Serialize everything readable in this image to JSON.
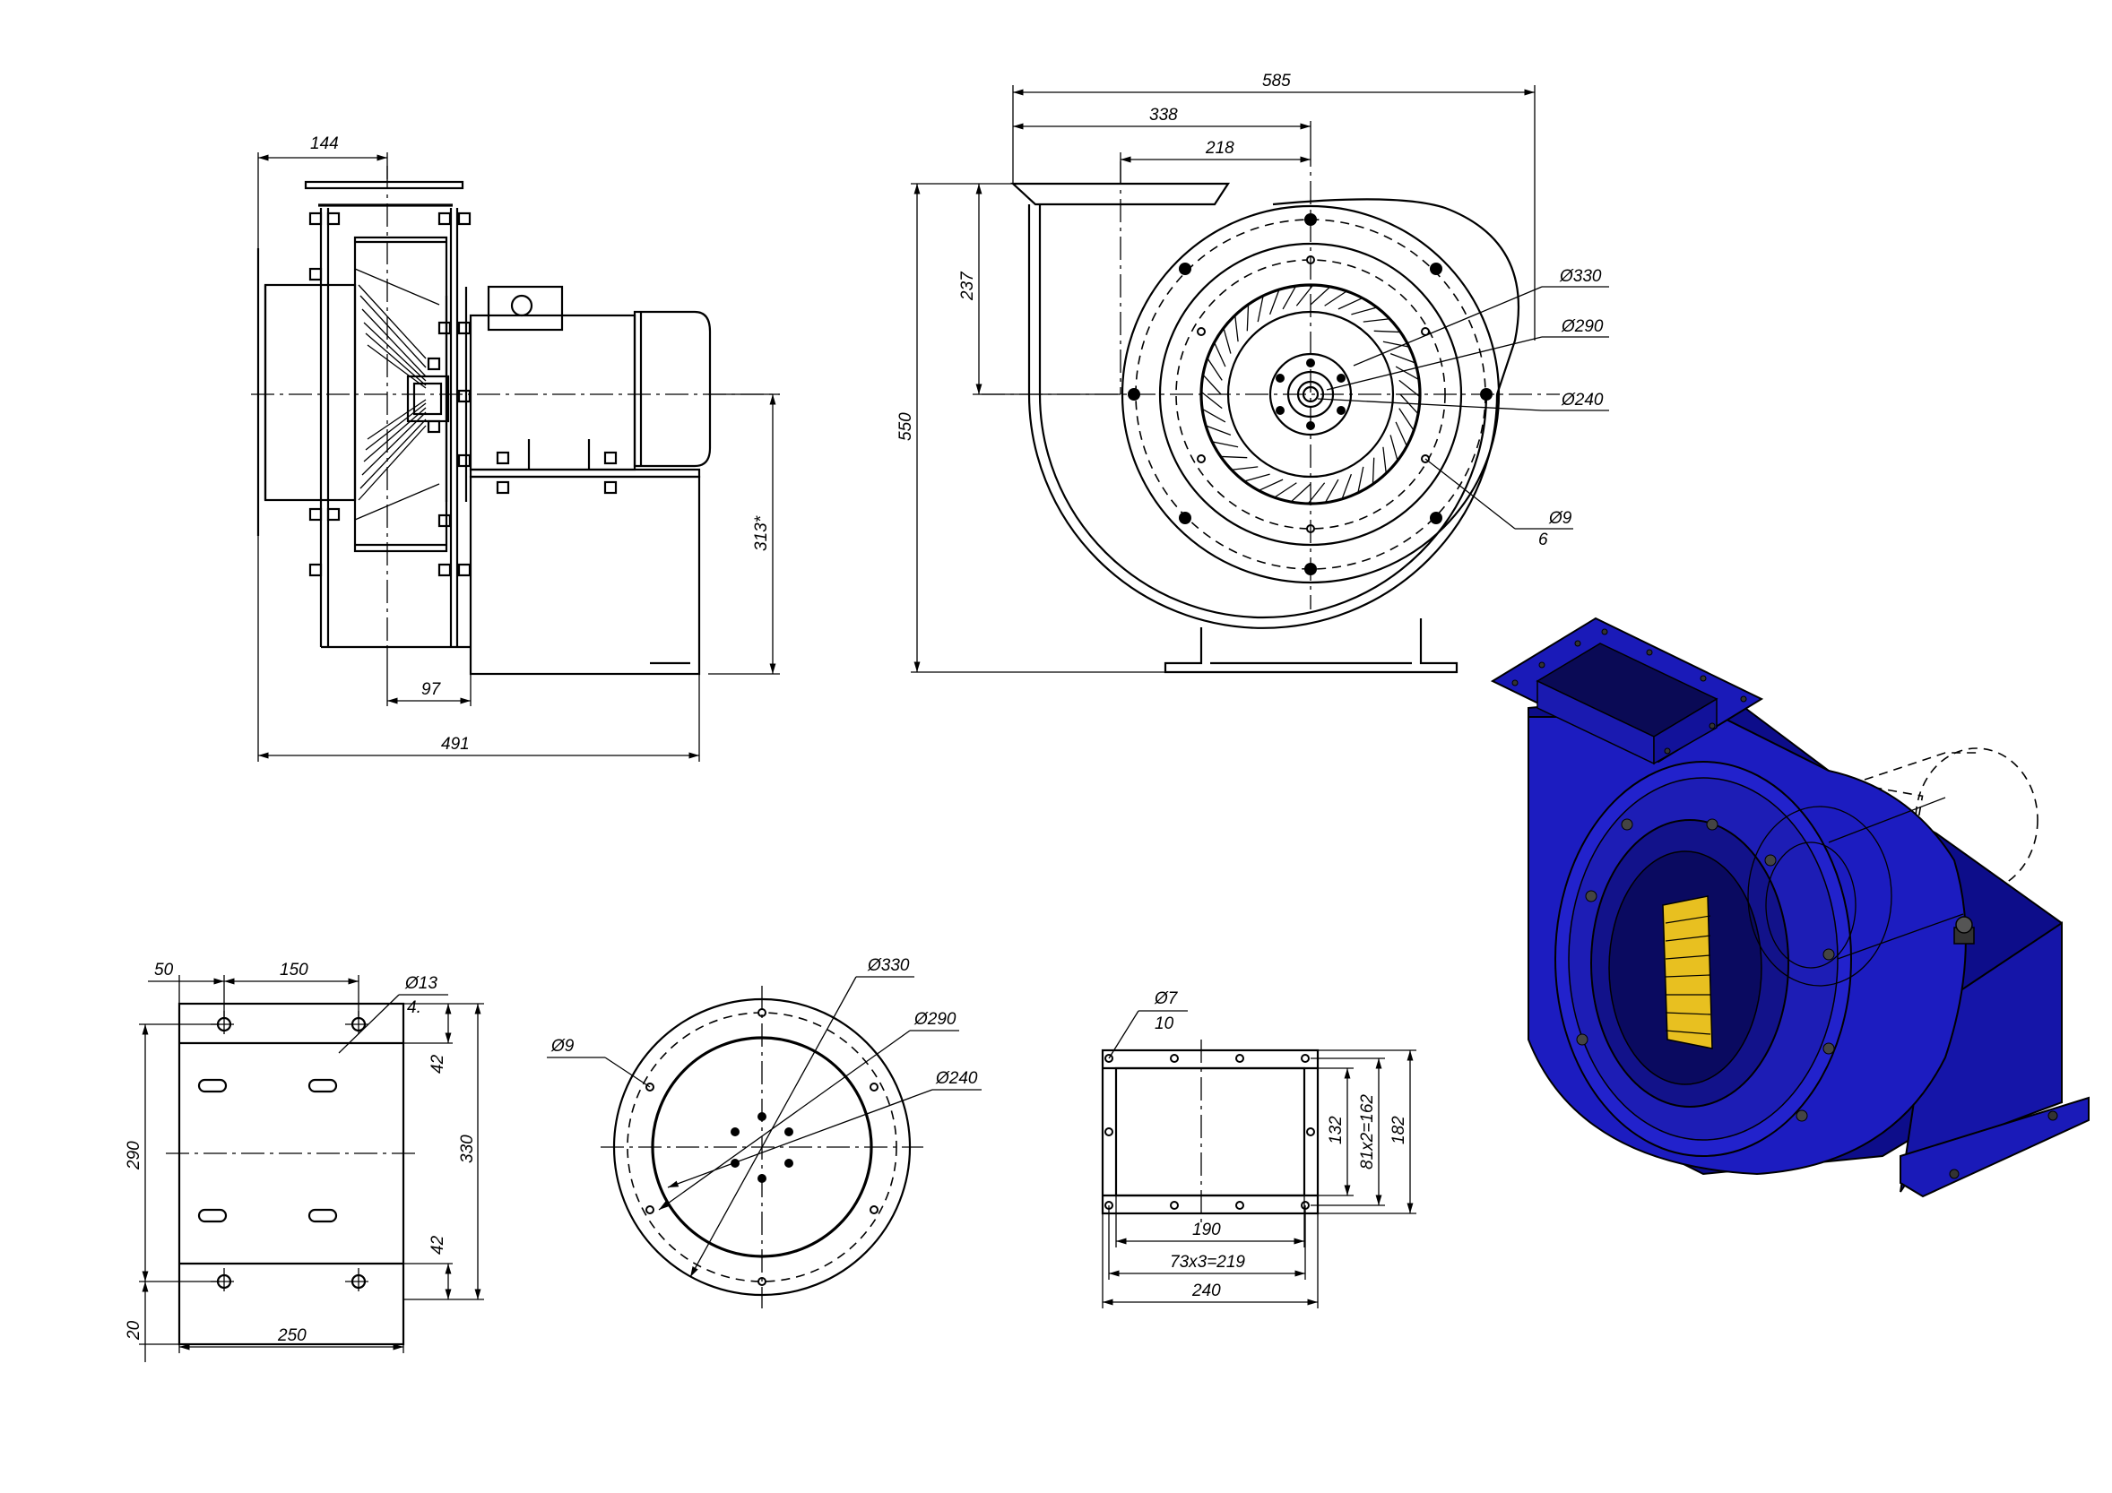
{
  "dims": {
    "side": {
      "d144": "144",
      "d97": "97",
      "d491": "491",
      "d313": "313*"
    },
    "front": {
      "d585": "585",
      "d338": "338",
      "d218": "218",
      "d237": "237",
      "d550": "550",
      "d330": "Ø330",
      "d290": "Ø290",
      "d240": "Ø240",
      "d9": "Ø9",
      "d6": "6"
    },
    "base": {
      "d50": "50",
      "d150": "150",
      "d13": "Ø13",
      "d4": "4.",
      "d290": "290",
      "d330": "330",
      "d42a": "42",
      "d42b": "42",
      "d20": "20",
      "d250": "250"
    },
    "flange": {
      "d9": "Ø9",
      "d330": "Ø330",
      "d290": "Ø290",
      "d240": "Ø240"
    },
    "outlet": {
      "d7": "Ø7",
      "d10": "10",
      "d132": "132",
      "d162": "81x2=162",
      "d182": "182",
      "d190": "190",
      "d219": "73x3=219",
      "d240": "240"
    }
  },
  "colors": {
    "housing": "#1a1ab4",
    "housing_dark": "#0a0a6e",
    "impeller": "#e8c020"
  }
}
